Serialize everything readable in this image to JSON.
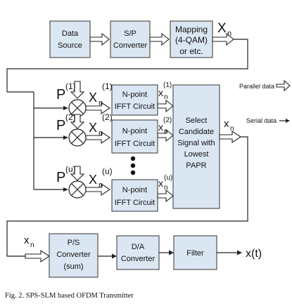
{
  "blocks": {
    "data_source": [
      "Data",
      "Source"
    ],
    "sp_converter": [
      "S/P",
      "Converter"
    ],
    "mapping": [
      "Mapping",
      "(4-QAM)",
      "or etc."
    ],
    "ifft": [
      "N-point",
      "IFFT Circuit"
    ],
    "select": [
      "Select",
      "Candidate",
      "Signal with",
      "Lowest",
      "PAPR"
    ],
    "ps_converter": [
      "P/S",
      "Converter",
      "(sum)"
    ],
    "da_converter": [
      "D/A",
      "Converter"
    ],
    "filter": "Filter"
  },
  "symbols": {
    "X": "X",
    "n": "n",
    "x": "x",
    "P": "P",
    "idx1": "(1)",
    "idx2": "(2)",
    "idxu": "(u)",
    "output": "x(t)"
  },
  "legend": {
    "parallel": "Parallel data",
    "serial": "Serial data"
  },
  "caption": "Fig. 2. SPS-SLM based OFDM Transmitter",
  "colors": {
    "block_fill": "#dbe6f3",
    "line": "#222222"
  }
}
